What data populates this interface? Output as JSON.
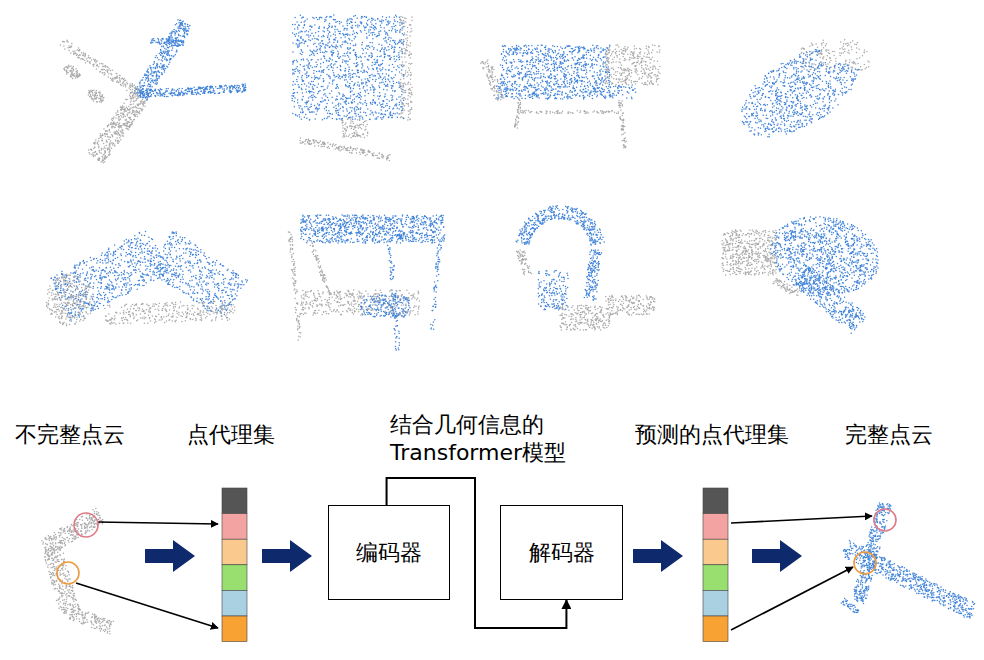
{
  "diagram": {
    "nodes": [
      {
        "text": [
          "编码器"
        ]
      },
      {
        "text": [
          "解码器"
        ]
      }
    ],
    "edges": [
      {
        "from": 0,
        "to": 1,
        "arrow": "to"
      }
    ],
    "labels": [
      "不完整点云",
      "点代理集",
      "结合几何信息的 Transformer模型",
      "预测的点代理集",
      "完整点云"
    ]
  }
}
